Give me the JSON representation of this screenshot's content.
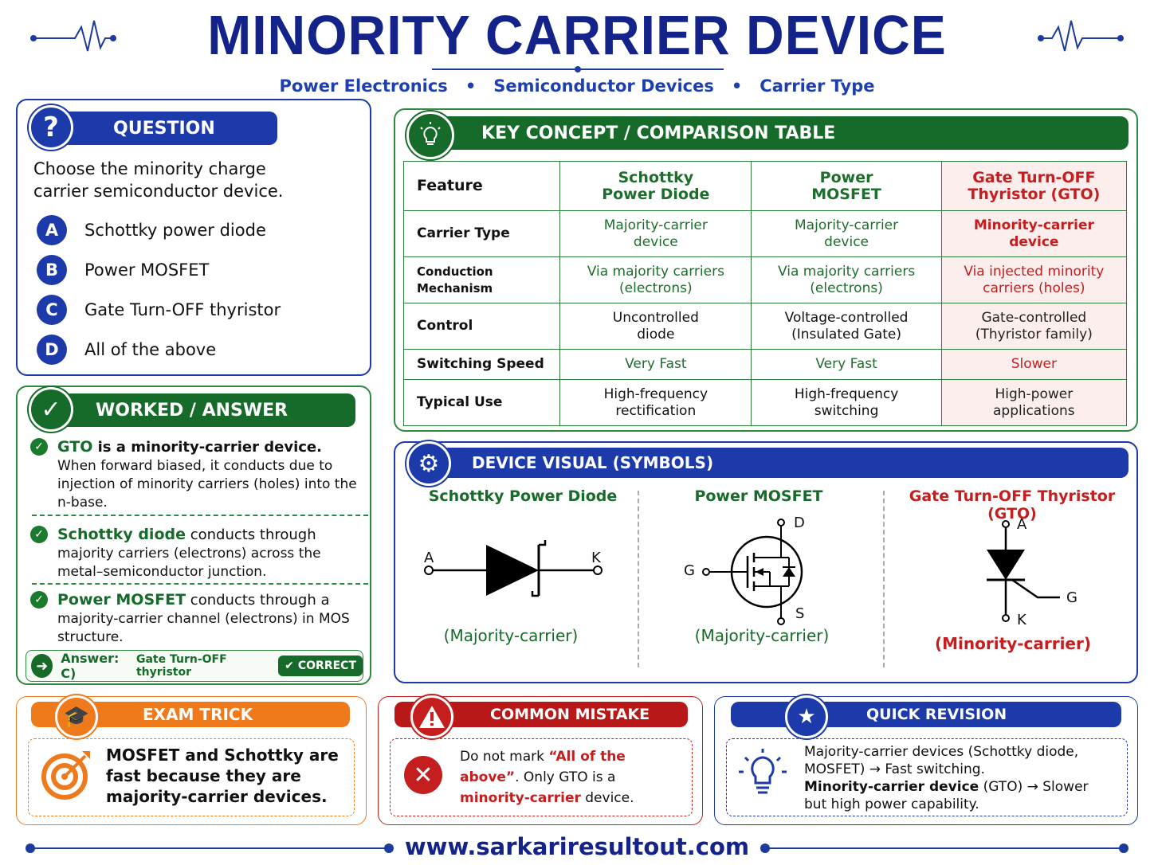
{
  "title": "MINORITY CARRIER DEVICE",
  "subtitle": {
    "part1": "Power Electronics",
    "part2": "Semiconductor Devices",
    "part3": "Carrier Type"
  },
  "question": {
    "header": "QUESTION",
    "text": "Choose the minority charge carrier semiconductor device.",
    "options": [
      {
        "letter": "A",
        "label": "Schottky power diode"
      },
      {
        "letter": "B",
        "label": "Power MOSFET"
      },
      {
        "letter": "C",
        "label": "Gate Turn-OFF thyristor"
      },
      {
        "letter": "D",
        "label": "All of the above"
      }
    ]
  },
  "worked": {
    "header": "WORKED / ANSWER",
    "points": [
      {
        "lead": "GTO",
        "lead_rest": " is a minority-carrier device.",
        "body": "When forward biased, it conducts due to injection of minority carriers (holes) into the n-base."
      },
      {
        "lead": "Schottky diode",
        "lead_rest": " conducts through",
        "body": "majority carriers (electrons) across the metal–semiconductor junction."
      },
      {
        "lead": "Power MOSFET",
        "lead_rest": " conducts through a",
        "body": "majority-carrier channel (electrons) in MOS structure."
      }
    ],
    "answer_label": "Answer: C)",
    "answer_text": "Gate Turn-OFF thyristor",
    "correct_badge": "CORRECT"
  },
  "comparison": {
    "header": "KEY CONCEPT / COMPARISON TABLE",
    "columns": [
      "Feature",
      "Schottky Power Diode",
      "Power MOSFET",
      "Gate Turn-OFF Thyristor (GTO)"
    ],
    "rows": [
      {
        "feature": "Carrier Type",
        "schottky": "Majority-carrier device",
        "mosfet": "Majority-carrier device",
        "gto": "Minority-carrier device"
      },
      {
        "feature": "Conduction Mechanism",
        "schottky": "Via majority carriers (electrons)",
        "mosfet": "Via majority carriers (electrons)",
        "gto": "Via injected minority carriers (holes)"
      },
      {
        "feature": "Control",
        "schottky": "Uncontrolled diode",
        "mosfet": "Voltage-controlled (Insulated Gate)",
        "gto": "Gate-controlled (Thyristor family)"
      },
      {
        "feature": "Switching Speed",
        "schottky": "Very Fast",
        "mosfet": "Very Fast",
        "gto": "Slower"
      },
      {
        "feature": "Typical Use",
        "schottky": "High-frequency rectification",
        "mosfet": "High-frequency switching",
        "gto": "High-power applications"
      }
    ]
  },
  "symbols": {
    "header": "DEVICE VISUAL (SYMBOLS)",
    "schottky": {
      "title": "Schottky Power Diode",
      "anode": "A",
      "cathode": "K",
      "caption": "(Majority-carrier)"
    },
    "mosfet": {
      "title": "Power MOSFET",
      "drain": "D",
      "gate": "G",
      "source": "S",
      "caption": "(Majority-carrier)"
    },
    "gto": {
      "title": "Gate Turn-OFF Thyristor (GTO)",
      "anode": "A",
      "gate": "G",
      "cathode": "K",
      "caption": "(Minority-carrier)"
    }
  },
  "exam_trick": {
    "header": "EXAM TRICK",
    "text": "MOSFET and Schottky are fast because they are majority-carrier devices."
  },
  "common_mistake": {
    "header": "COMMON MISTAKE",
    "t1": "Do not mark ",
    "t2": "“All of the above”",
    "t3": ". Only GTO is a ",
    "t4": "minority-carrier",
    "t5": " device."
  },
  "quick_revision": {
    "header": "QUICK REVISION",
    "line1": "Majority-carrier devices (Schottky diode, MOSFET) → Fast switching.",
    "line2_bold": "Minority-carrier device",
    "line2_rest": " (GTO) → Slower but high power capability."
  },
  "footer": {
    "url": "www.sarkariresultout.com"
  },
  "colors": {
    "navy": "#14238a",
    "blue": "#1c3aa9",
    "green": "#176b2a",
    "red": "#c41e1e",
    "orange": "#ee7a1c"
  }
}
